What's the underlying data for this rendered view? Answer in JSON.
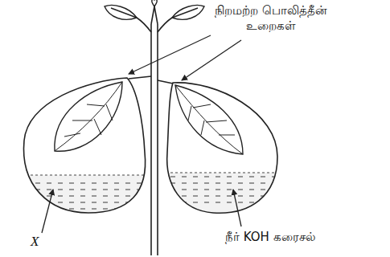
{
  "diagram": {
    "labels": [
      "நிறமற்ற பொலித்தீன் உறைகள்",
      "X",
      "நீர் KOH கரைசல்"
    ]
  }
}
